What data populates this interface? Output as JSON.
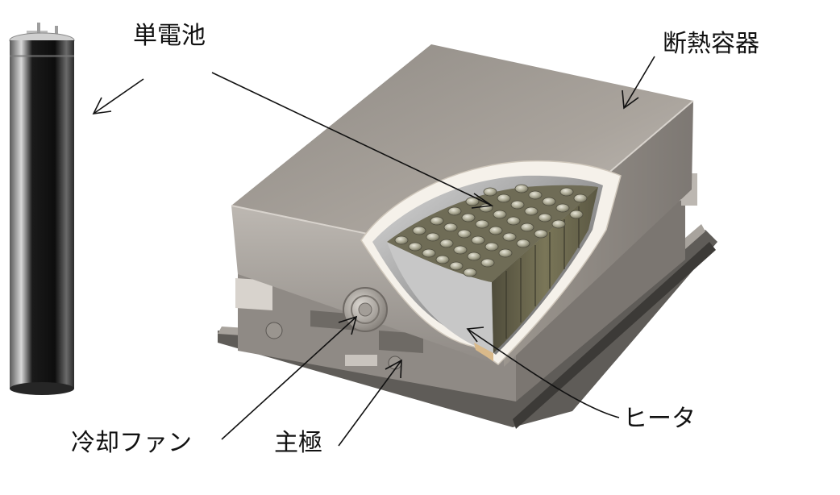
{
  "labels": {
    "single_cell": "単電池",
    "insulated_container": "断熱容器",
    "cooling_fan": "冷却ファン",
    "main_terminal": "主極",
    "heater": "ヒータ"
  },
  "colors": {
    "line": "#111111",
    "housing": "#9a948d",
    "cell_tube": "#1c1c1c",
    "cell_tops": "#8c8a74",
    "insulation": "#f5f1ea",
    "tray": "#6d6a66"
  }
}
